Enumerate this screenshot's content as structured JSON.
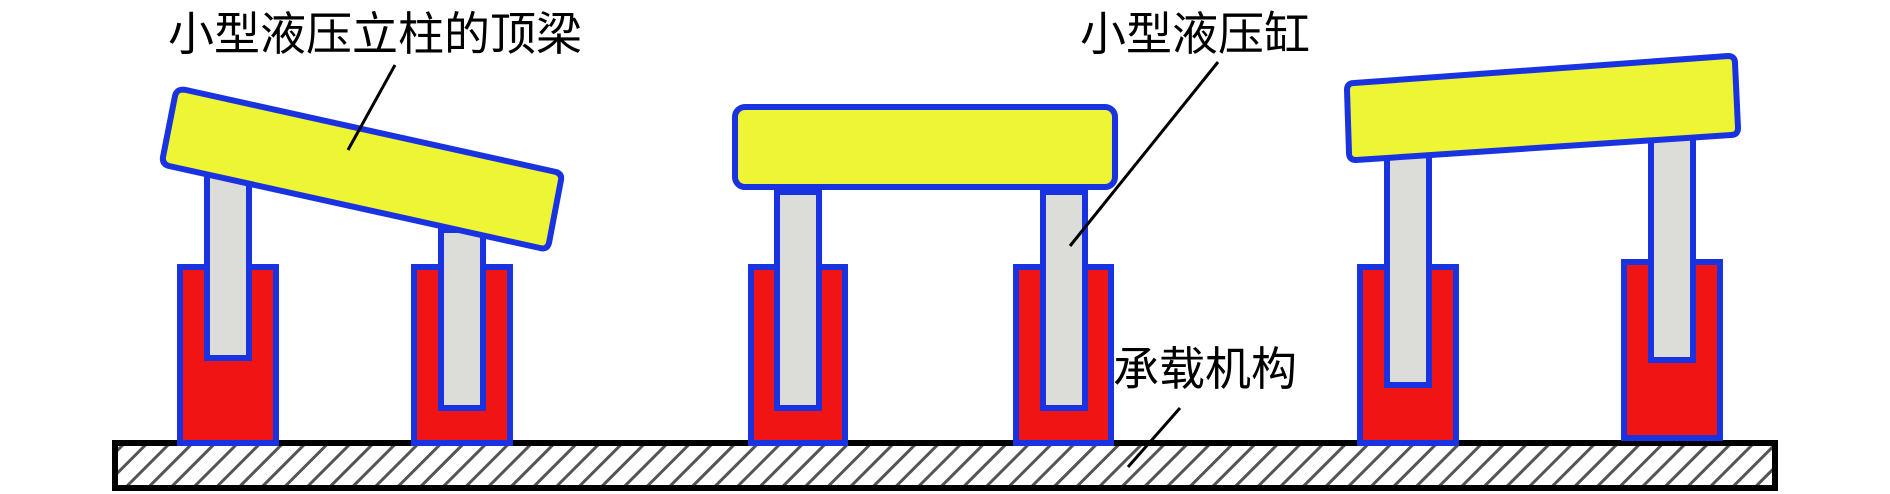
{
  "labels": {
    "top_beam": "小型液压立柱的顶梁",
    "hydraulic_cylinder": "小型液压缸",
    "carrier": "承载机构"
  },
  "colors": {
    "beam_fill": "#eef535",
    "beam_stroke": "#1a33e0",
    "cylinder_fill": "#f01414",
    "piston_fill": "#dcdcd8",
    "base_fill": "#ffffff",
    "base_hatch": "#555555",
    "base_stroke": "#000000"
  },
  "diagram": {
    "parts": [
      "top-beam",
      "hydraulic-cylinder",
      "piston-rod",
      "carrier"
    ],
    "groups": [
      {
        "name": "left-group",
        "beam_state": "tilted-down-right"
      },
      {
        "name": "middle-group",
        "beam_state": "level"
      },
      {
        "name": "right-group",
        "beam_state": "slightly-tilted"
      }
    ]
  }
}
